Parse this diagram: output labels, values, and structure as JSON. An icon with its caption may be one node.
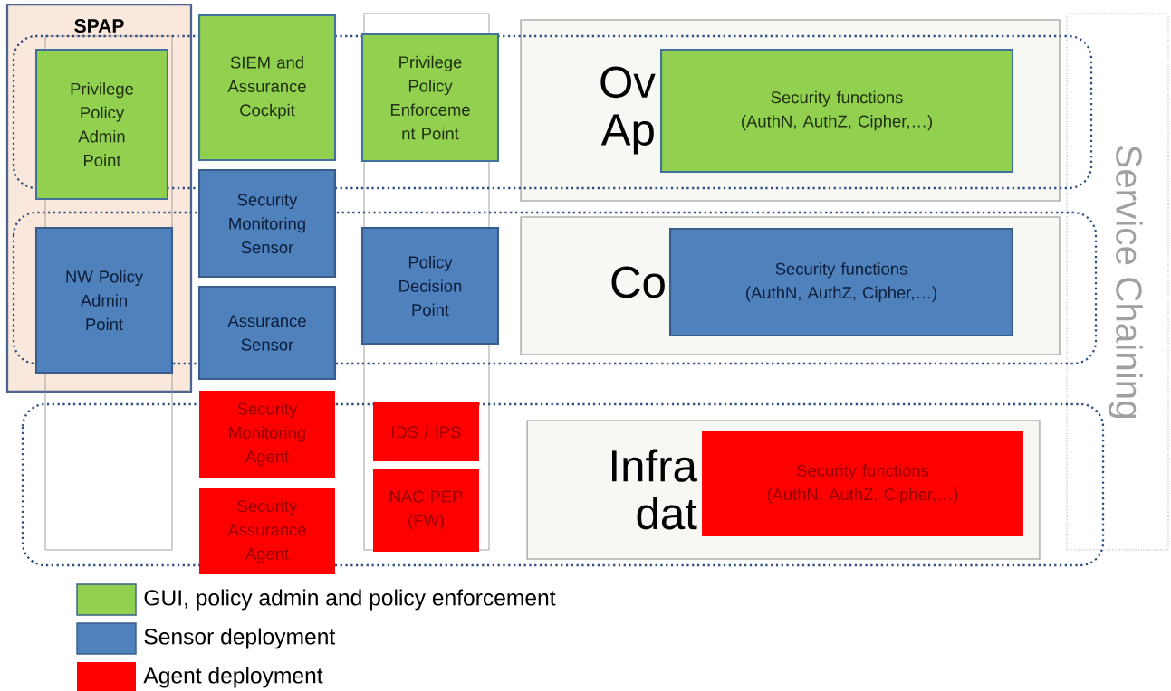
{
  "diagram": {
    "nodes": [
      {
        "text": [
          "SPAP"
        ]
      },
      {
        "text": [
          "Privilege Policy Admin Point"
        ],
        "in": 0
      },
      {
        "text": [
          "NW Policy Admin Point"
        ],
        "in": 0
      },
      {
        "text": [
          "SIEM and Assurance Cockpit"
        ]
      },
      {
        "text": [
          "Security Monitoring Sensor"
        ]
      },
      {
        "text": [
          "Assurance Sensor"
        ]
      },
      {
        "text": [
          "Security Monitoring Agent"
        ]
      },
      {
        "text": [
          "Security Assurance Agent"
        ]
      },
      {
        "text": [
          "Privilege Policy Enforceme nt Point"
        ]
      },
      {
        "text": [
          "Policy Decision Point"
        ]
      },
      {
        "text": [
          "IDS / IPS"
        ]
      },
      {
        "text": [
          "NAC PEP (FW)"
        ]
      },
      {
        "text": [
          "Ov Ap"
        ]
      },
      {
        "text": [
          "Security functions",
          "(AuthN, AuthZ, Cipher,…)"
        ],
        "in": 12
      },
      {
        "text": [
          "Co"
        ]
      },
      {
        "text": [
          "Security functions",
          "(AuthN, AuthZ, Cipher,…)"
        ],
        "in": 14
      },
      {
        "text": [
          "Infra dat"
        ]
      },
      {
        "text": [
          "Security functions",
          "(AuthN, AuthZ, Cipher,…)"
        ],
        "in": 16
      },
      {
        "text": [
          "Service Chaining"
        ]
      }
    ],
    "legend": [
      {
        "text": "GUI, policy admin and policy enforcement",
        "color": "#92d050"
      },
      {
        "text": "Sensor deployment",
        "color": "#4f81bd"
      },
      {
        "text": "Agent deployment",
        "color": "#ff0000"
      }
    ]
  }
}
